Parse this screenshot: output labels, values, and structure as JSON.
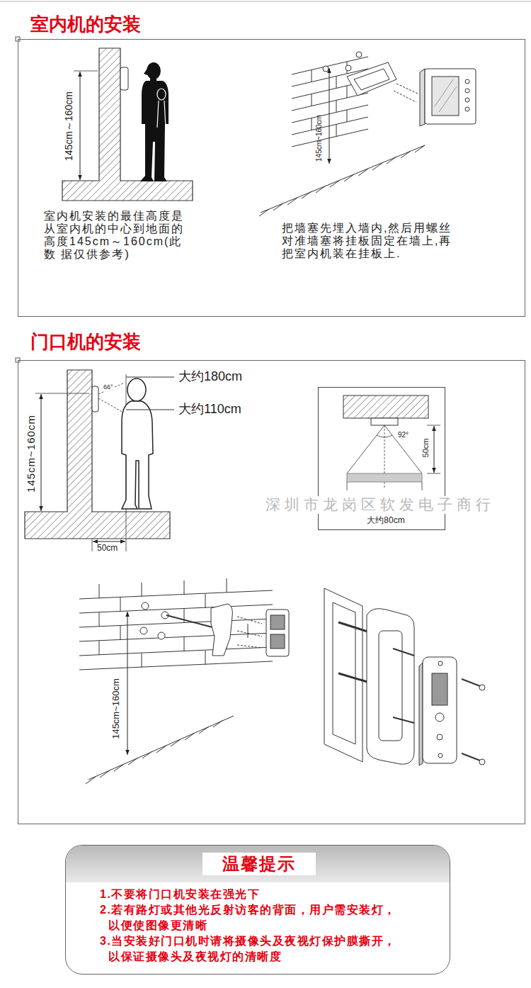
{
  "diagram": {
    "nodes": [
      {
        "text": [
          "室内机的安装"
        ]
      },
      {
        "text": [
          "门口机的安装"
        ]
      },
      {
        "text": [
          "92°",
          "50cm",
          "大约80cm"
        ],
        "in": 1
      },
      {
        "text": [
          "温馨提示",
          "1.不要将门口机安装在强光下",
          "2.若有路灯或其他光反射访客的背面，用户需安装灯， 以便使图像更清晰",
          "3.当安装好门口机时请将摄像头及夜视灯保护膜撕开， 以保证摄像头及夜视灯的清晰度"
        ]
      }
    ],
    "labels": [
      "145cm～160cm",
      "室内机安装的最佳高度是 从室内机的中心到地面的 高度145cm～160cm(此数 据仅供参考)",
      "145cm~160cm",
      "把墙塞先埋入墙内,然后用螺丝 对准墙塞将挂板固定在墙上,再 把室内机装在挂板上.",
      "66°",
      "大约180cm",
      "大约110cm",
      "145cm~160cm",
      "50cm",
      "145cm~160cm",
      "深圳市龙岗区软发电子商行"
    ]
  }
}
